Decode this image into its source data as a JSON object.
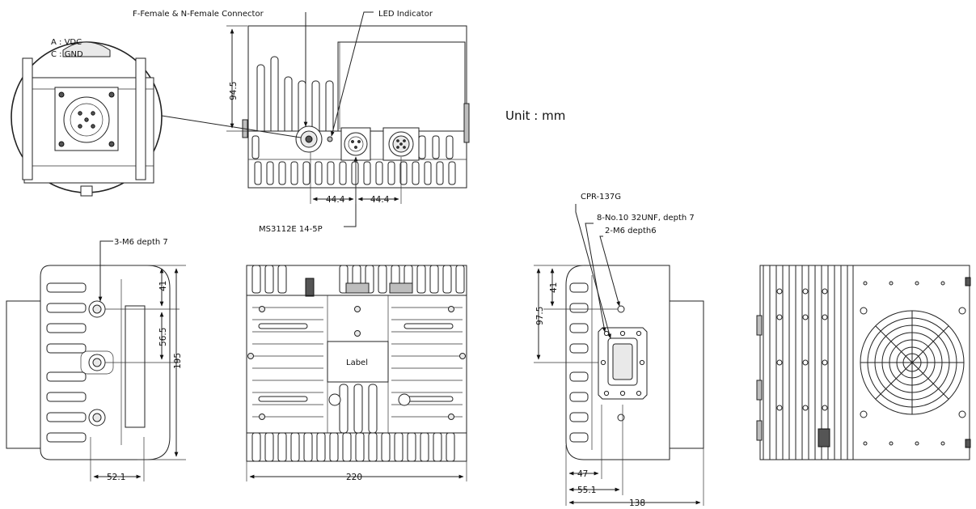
{
  "labels": {
    "connector": "F-Female & N-Female Connector",
    "led": "LED Indicator",
    "pin_a": "A : VDC",
    "pin_c": "C : GND",
    "unit": "Unit : mm",
    "ms_connector": "MS3112E 14-5P",
    "holes_side": "3-M6 depth 7",
    "label_plate": "Label",
    "waveguide": "CPR-137G",
    "unf": "8-No.10 32UNF, depth 7",
    "m6_flange": "2-M6 depth6"
  },
  "dimensions": {
    "top_height": "94.5",
    "top_spacing_1": "44.4",
    "top_spacing_2": "44.4",
    "side_41": "41",
    "side_56_5": "56.5",
    "side_195": "195",
    "side_52_1": "52.1",
    "front_220": "220",
    "rear_41": "41",
    "rear_97_5": "97.5",
    "rear_47": "47",
    "rear_55_1": "55.1",
    "rear_138": "138"
  }
}
